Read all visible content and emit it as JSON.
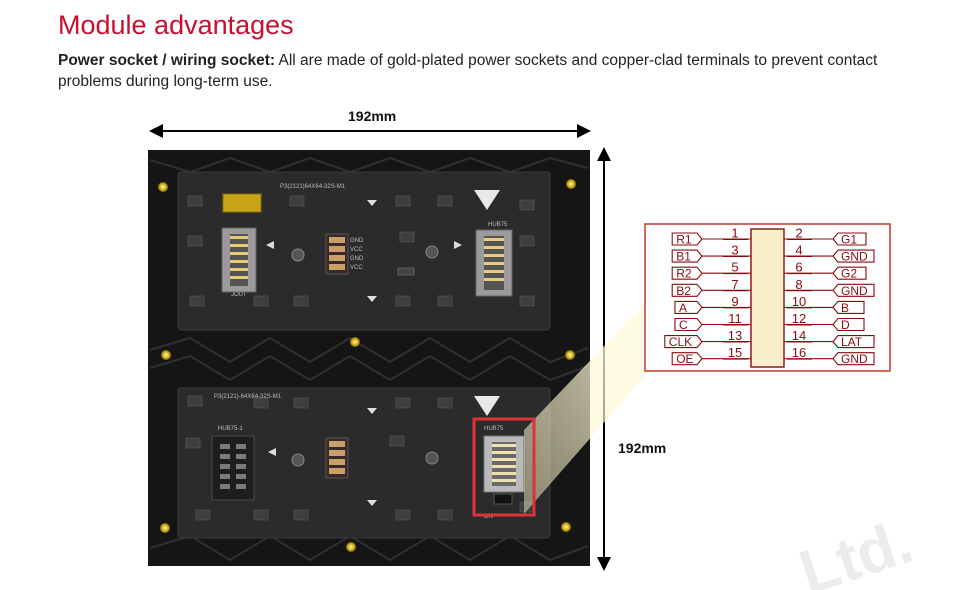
{
  "heading": "Module advantages",
  "description": {
    "bold_lead": "Power socket / wiring socket:",
    "text": " All are made of gold-plated power sockets and copper-clad terminals to prevent contact problems during long-term use."
  },
  "dimensions": {
    "width_label": "192mm",
    "height_label": "192mm"
  },
  "board": {
    "top_silk": "P3(2121)64X64-32S-M1",
    "bottom_silk": "P3(2121)-64X64-32S-M1",
    "top_connector": "HUB75",
    "bottom_connector_left": "HUB75-1",
    "bottom_connector_right": "HUB75",
    "power_labels": [
      "GND",
      "VCC",
      "GND",
      "VCC"
    ],
    "in_label": "JIN",
    "out_label": "JOUT"
  },
  "pinout": {
    "left": [
      {
        "label": "R1",
        "num": "1"
      },
      {
        "label": "B1",
        "num": "3"
      },
      {
        "label": "R2",
        "num": "5"
      },
      {
        "label": "B2",
        "num": "7"
      },
      {
        "label": "A",
        "num": "9"
      },
      {
        "label": "C",
        "num": "11"
      },
      {
        "label": "CLK",
        "num": "13"
      },
      {
        "label": "OE",
        "num": "15"
      }
    ],
    "right": [
      {
        "label": "G1",
        "num": "2"
      },
      {
        "label": "GND",
        "num": "4"
      },
      {
        "label": "G2",
        "num": "6"
      },
      {
        "label": "GND",
        "num": "8"
      },
      {
        "label": "B",
        "num": "10"
      },
      {
        "label": "D",
        "num": "12"
      },
      {
        "label": "LAT",
        "num": "14"
      },
      {
        "label": "GND",
        "num": "16"
      }
    ]
  },
  "watermark": "Ltd.",
  "colors": {
    "heading": "#c8102e",
    "highlight": "#e0303a",
    "pinout": "#8b0a10",
    "pcb": "#2a2a2a",
    "frame": "#141414"
  }
}
